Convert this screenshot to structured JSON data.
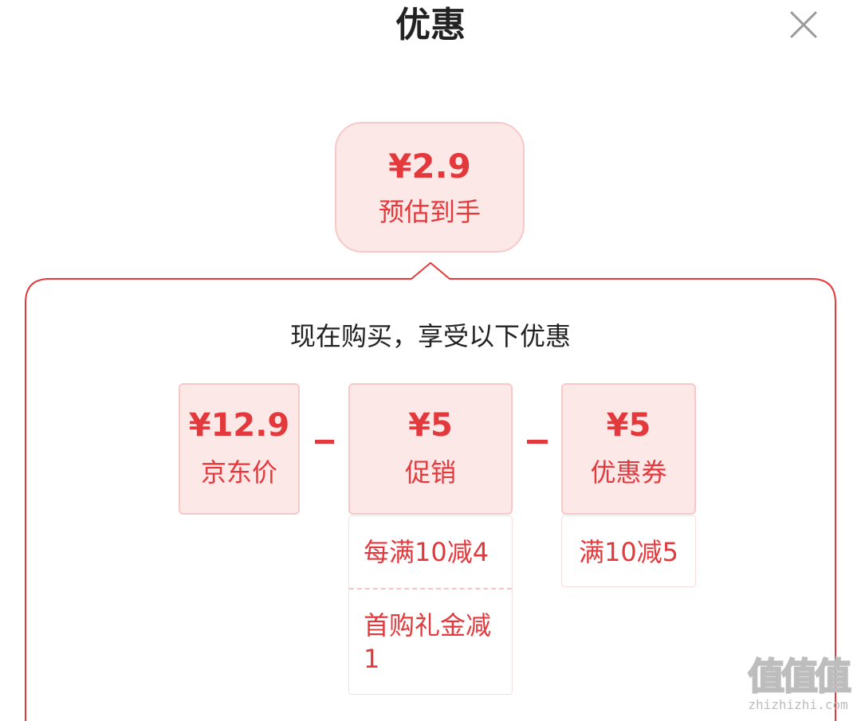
{
  "header": {
    "title": "优惠",
    "close_icon": "close-icon"
  },
  "estimate": {
    "price": "¥2.9",
    "label": "预估到手"
  },
  "panel": {
    "headline": "现在购买，享受以下优惠"
  },
  "breakdown": {
    "jd_price": {
      "price": "¥12.9",
      "label": "京东价"
    },
    "promotion": {
      "price": "¥5",
      "label": "促销",
      "rules": [
        "每满10减4",
        "首购礼金减1"
      ]
    },
    "coupon": {
      "price": "¥5",
      "label": "优惠券",
      "rules": [
        "满10减5"
      ]
    }
  },
  "watermark": {
    "glyphs": "值值值",
    "domain": "zhizhizhi.com"
  },
  "colors": {
    "accent": "#e4393c",
    "card_bg": "#fde8e8",
    "card_border": "#f7c8c8"
  }
}
